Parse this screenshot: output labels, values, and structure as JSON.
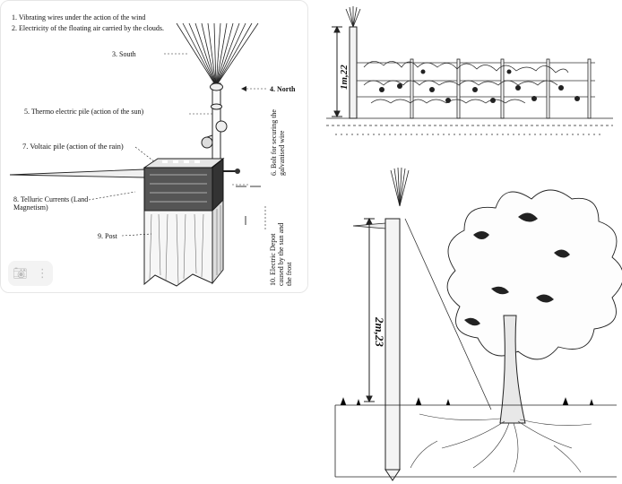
{
  "figure1": {
    "labels": {
      "l1": "1. Vibrating wires under the action of the wind",
      "l2": "2. Electricity of the floating air carried by the clouds.",
      "l3": "3. South",
      "l4": "4. North",
      "l5": "5. Thermo electric pile (action of the sun)",
      "l6": "6. Bolt for securing the galvanised wire",
      "l7": "7. Voltaic pile (action of the rain)",
      "l8": "8. Telluric Currents (Land Magnetism)",
      "l9": "9. Post",
      "l10": "10. Electric Depot caused by the sun and the frost"
    },
    "toolbar_icons": [
      "camera-icon",
      "more-vertical-icon"
    ]
  },
  "figure2": {
    "measure_label": "1m,22"
  },
  "figure3": {
    "measure_label": "2m,23"
  }
}
